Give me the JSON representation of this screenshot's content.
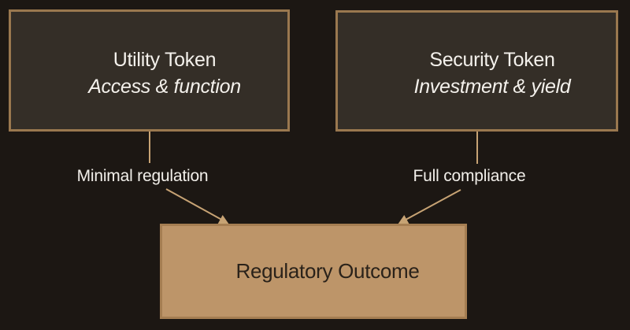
{
  "colors": {
    "background": "#1c1713",
    "node_dark_fill": "#342e27",
    "node_dark_border": "#9a784f",
    "node_dark_text": "#f4f1ec",
    "connector": "#c7a374",
    "outcome_fill": "#bd9569",
    "outcome_border": "#a57e52",
    "outcome_text": "#2a221a",
    "label_text": "#f2efea"
  },
  "nodes": {
    "utility": {
      "title": "Utility Token",
      "subtitle": "Access & function"
    },
    "security": {
      "title": "Security Token",
      "subtitle": "Investment & yield"
    },
    "outcome": {
      "title": "Regulatory Outcome"
    }
  },
  "edge_labels": {
    "utility": "Minimal regulation",
    "security": "Full compliance"
  }
}
